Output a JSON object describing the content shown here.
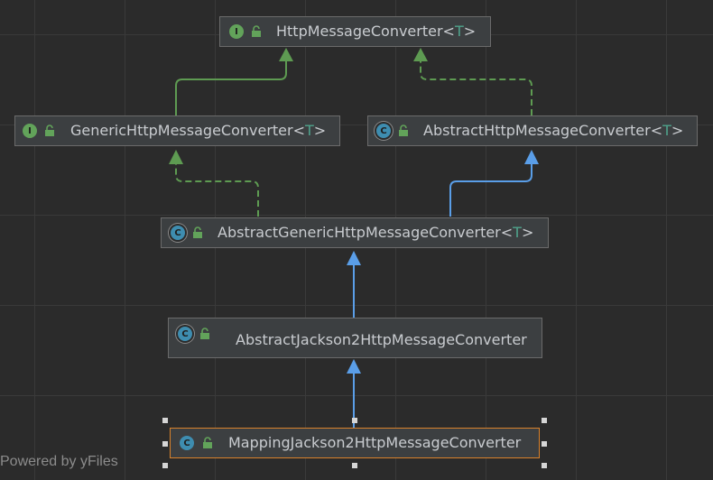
{
  "nodes": {
    "http_message_converter": {
      "name": "HttpMessageConverter",
      "badge": "I",
      "type_param": "T"
    },
    "generic_http_message_converter": {
      "name": "GenericHttpMessageConverter",
      "badge": "I",
      "type_param": "T"
    },
    "abstract_http_message_converter": {
      "name": "AbstractHttpMessageConverter",
      "badge": "C",
      "type_param": "T"
    },
    "abstract_generic_http_message_converter": {
      "name": "AbstractGenericHttpMessageConverter",
      "badge": "C",
      "type_param": "T"
    },
    "abstract_jackson2_http_message_converter": {
      "name": "AbstractJackson2HttpMessageConverter",
      "badge": "C"
    },
    "mapping_jackson2_http_message_converter": {
      "name": "MappingJackson2HttpMessageConverter",
      "badge": "C"
    }
  },
  "lt": "<",
  "gt": ">",
  "watermark": "Powered by yFiles",
  "colors": {
    "background": "#2b2b2b",
    "grid": "#3a3a3a",
    "node_fill": "#3c3f41",
    "node_border": "#6b6b6b",
    "selected_border": "#d9822b",
    "interface_badge": "#62a35a",
    "class_badge": "#3e8db0",
    "extends_edge": "#5a9ee8",
    "implements_edge": "#5e9b52",
    "type_param_text": "#4fa38c"
  }
}
